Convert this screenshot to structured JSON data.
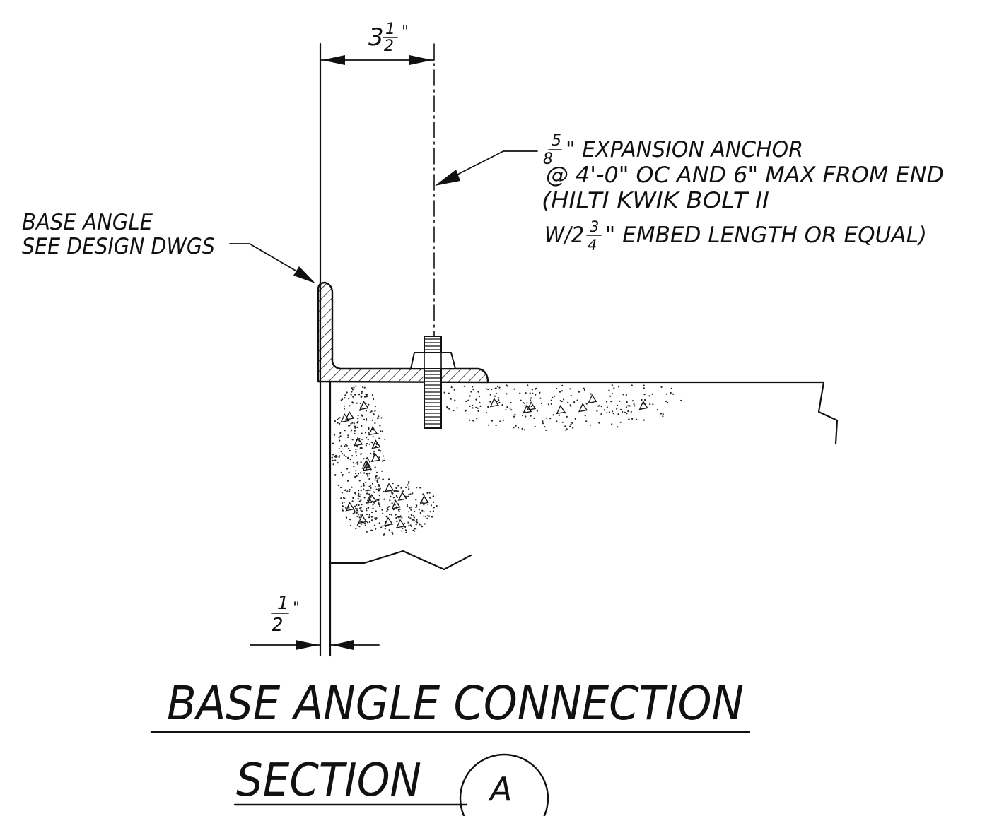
{
  "title": "BASE ANGLE CONNECTION",
  "subtitle": "SECTION",
  "section_marker": "A",
  "dimensions": {
    "top": {
      "whole": "3",
      "numerator": "1",
      "denominator": "2",
      "unit": "\""
    },
    "bottom": {
      "numerator": "1",
      "denominator": "2",
      "unit": "\""
    }
  },
  "labels": {
    "base_angle": [
      "BASE ANGLE",
      "SEE DESIGN DWGS"
    ],
    "anchor": {
      "size_numerator": "5",
      "size_denominator": "8",
      "line1_suffix": "\" EXPANSION ANCHOR",
      "line2": "@ 4'-0\" OC  AND  6\" MAX  FROM  END",
      "line3": "(HILTI KWIK BOLT II",
      "line4_prefix": "W/2",
      "embed_numerator": "3",
      "embed_denominator": "4",
      "line4_suffix": "\" EMBED LENGTH  OR  EQUAL)"
    }
  },
  "colors": {
    "ink": "#111111",
    "paper": "#ffffff"
  }
}
